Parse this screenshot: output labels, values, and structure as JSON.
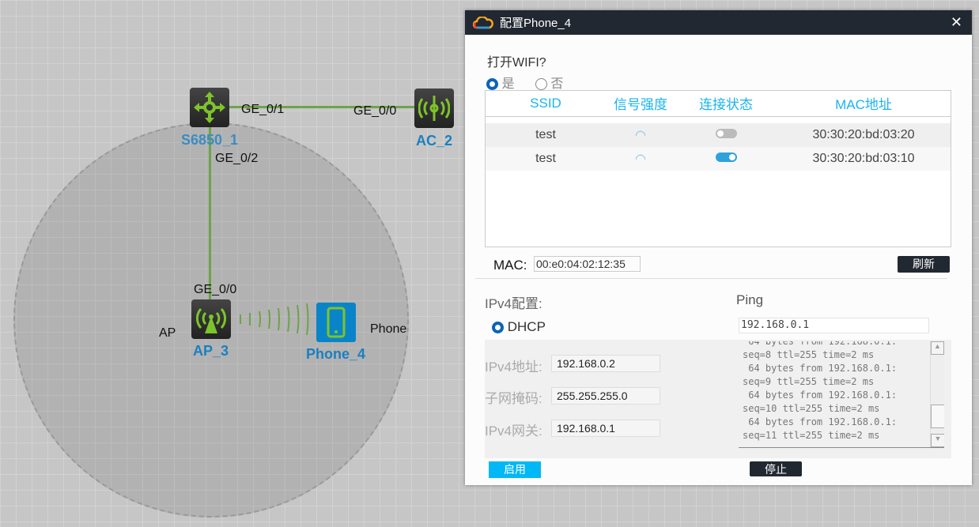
{
  "topology": {
    "devices": [
      {
        "name": "S6850_1"
      },
      {
        "name": "AC_2"
      },
      {
        "name": "AP_3"
      },
      {
        "name": "Phone_4"
      }
    ],
    "ports": {
      "sw_ac": "GE_0/1",
      "ac": "GE_0/0",
      "sw_ap": "GE_0/2",
      "ap": "GE_0/0"
    },
    "notes": {
      "ap": "AP",
      "phone": "Phone"
    }
  },
  "dialog": {
    "title": "配置Phone_4",
    "wifi_question": "打开WIFI?",
    "yes": "是",
    "no": "否",
    "columns": [
      "SSID",
      "信号强度",
      "连接状态",
      "MAC地址"
    ],
    "networks": [
      {
        "ssid": "test",
        "connected": false,
        "mac": "30:30:20:bd:03:20"
      },
      {
        "ssid": "test",
        "connected": true,
        "mac": "30:30:20:bd:03:10"
      }
    ],
    "mac_label": "MAC:",
    "mac_value": "00:e0:04:02:12:35",
    "refresh": "刷新",
    "ipv4_title": "IPv4配置:",
    "dhcp": "DHCP",
    "ip_label": "IPv4地址:",
    "ip": "192.168.0.2",
    "mask_label": "子网掩码:",
    "mask": "255.255.255.0",
    "gw_label": "IPv4网关:",
    "gw": "192.168.0.1",
    "enable": "启用",
    "ping_title": "Ping",
    "ping_target": "192.168.0.1",
    "ping_output": " 64 bytes from 192.168.0.1:\nseq=8 ttl=255 time=2 ms\n 64 bytes from 192.168.0.1:\nseq=9 ttl=255 time=2 ms\n 64 bytes from 192.168.0.1:\nseq=10 ttl=255 time=2 ms\n 64 bytes from 192.168.0.1:\nseq=11 ttl=255 time=2 ms",
    "stop": "停止"
  }
}
